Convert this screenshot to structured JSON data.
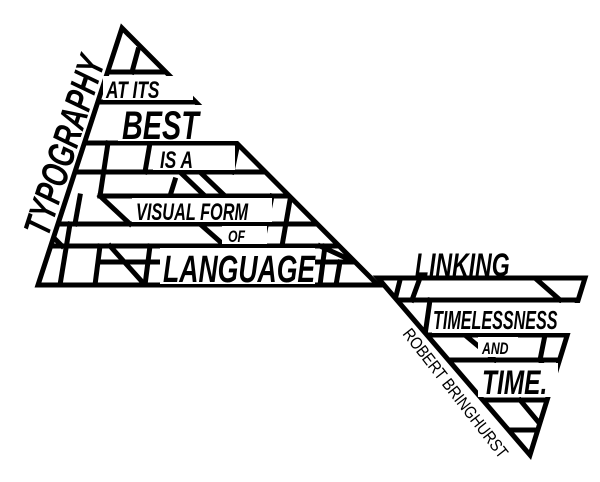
{
  "poster": {
    "words": {
      "typography": "TYPOGRAPHY",
      "at_its": "AT ITS",
      "best": "BEST",
      "is_a": "IS A",
      "visual_form": "VISUAL FORM",
      "of": "OF",
      "language": "LANGUAGE",
      "linking": "LINKING",
      "timelessness": "TIMELESSNESS",
      "and": "AND",
      "time": "TIME."
    },
    "author": "ROBERT BRINGHURST",
    "colors": {
      "ink": "#000000",
      "paper": "#ffffff"
    }
  }
}
